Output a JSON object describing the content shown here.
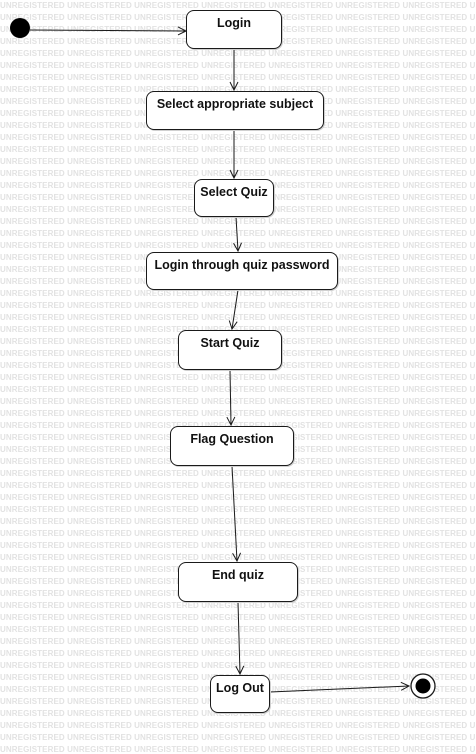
{
  "watermark_text": "UNREGISTERED",
  "activities": [
    {
      "id": "login",
      "label": "Login"
    },
    {
      "id": "select-subject",
      "label": "Select appropriate subject"
    },
    {
      "id": "select-quiz",
      "label": "Select Quiz"
    },
    {
      "id": "login-quiz-password",
      "label": "Login through quiz password"
    },
    {
      "id": "start-quiz",
      "label": "Start Quiz"
    },
    {
      "id": "flag-question",
      "label": "Flag Question"
    },
    {
      "id": "end-quiz",
      "label": "End quiz"
    },
    {
      "id": "log-out",
      "label": "Log Out"
    }
  ],
  "initial_node": "start",
  "final_node": "end",
  "colors": {
    "line": "#1a1a1a",
    "watermark": "#e2e2e2"
  }
}
